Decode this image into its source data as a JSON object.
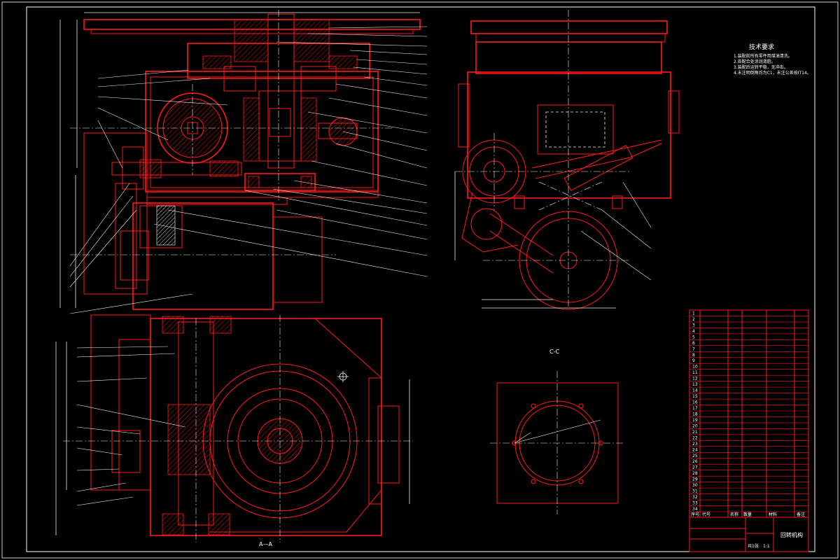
{
  "sheet": {
    "tech_title": "技术要求",
    "tech_notes": [
      "1.装配前所有零件用煤油清洗。",
      "2.各配合处涂润滑脂。",
      "3.装配后运转平稳，无冲击。",
      "4.未注明倒角均为C1，未注公差按IT14。"
    ],
    "section_label_c": "C-C",
    "section_label_aa": "A—A",
    "title_block": {
      "drawing_name": "回转机构",
      "header_labels": [
        "序号",
        "代号",
        "名称",
        "数量",
        "材料",
        "备注"
      ],
      "scale": "1:1",
      "sheet_no": "共1张"
    },
    "parts_rows": [
      "1",
      "2",
      "3",
      "4",
      "5",
      "6",
      "7",
      "8",
      "9",
      "10",
      "11",
      "12",
      "13",
      "14",
      "15",
      "16",
      "17",
      "18",
      "19",
      "20",
      "21",
      "22",
      "23",
      "24",
      "25",
      "26",
      "27",
      "28",
      "29",
      "30",
      "31",
      "32",
      "33",
      "34"
    ]
  }
}
